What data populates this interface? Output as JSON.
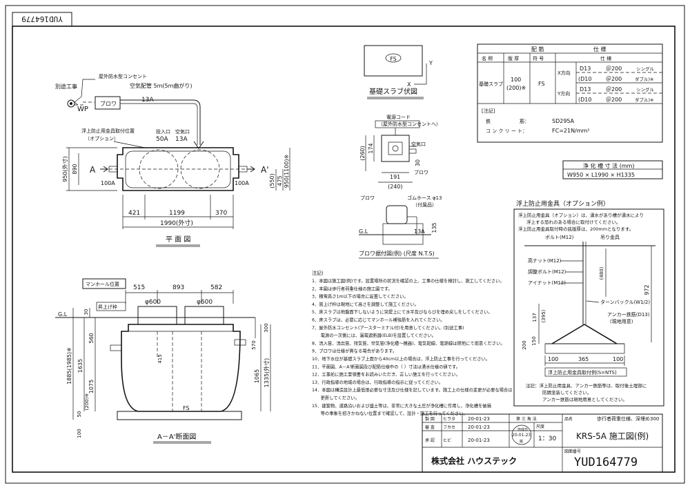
{
  "drawing_code_vertical": "YUD164779",
  "plan": {
    "label_betsu": "別途工事",
    "label_wp": "WP",
    "label_outlet": "屋外防水型コンセント",
    "label_air_pipe": "空気配管 5m(5m曲がり)",
    "label_13a_top": "13A",
    "label_blower": "ブロワ",
    "label_float": "浮上防止用金具取付位置",
    "label_float2": "（オプション）",
    "label_inlet_head": "投入口",
    "label_air_head": "空気口",
    "label_50a": "50A",
    "label_13a_right": "13A",
    "label_a": "A",
    "label_a_prime": "A'",
    "label_100a_left": "100A",
    "label_100a_right": "100A",
    "dim_890": "890",
    "dim_950_outer": "950(外寸)",
    "dim_550": "(550)",
    "dim_475": "475",
    "dim_950_1100": "950(1100)※",
    "dim_421": "421",
    "dim_1199": "1199",
    "dim_370": "370",
    "dim_1990": "1990(外寸)",
    "title": "平 面 図"
  },
  "slab": {
    "label_fs": "FS",
    "label_x": "X",
    "label_y": "Y",
    "title": "基礎スラブ伏図"
  },
  "blower": {
    "label_cord": "電源コード",
    "label_cord2": "（屋外防水型コンセントへ）",
    "label_air": "空気口",
    "dim_260": "(260)",
    "dim_174": "174",
    "dim_30": "30",
    "dim_191": "191",
    "dim_240": "(240)",
    "label_blower": "ブロワ",
    "label_blower2": "ブロワ",
    "label_hose": "ゴムホース φ13",
    "label_hose2": "（付属品）",
    "label_gl": "G.L",
    "label_13a": "13A",
    "dim_135": "135",
    "title": "ブロワ据付図(例) (尺度 N.T.S)"
  },
  "spec": {
    "h_haikin": "配 筋",
    "h_shiyou": "仕 様",
    "h_name": "名 称",
    "h_thick": "版 厚",
    "h_symbol": "符 号",
    "h_spec": "仕 様",
    "name": "基礎スラブ",
    "thick": "100",
    "thick2": "(200)※",
    "symbol": "FS",
    "x_dir": "X方向",
    "y_dir": "Y方向",
    "r1a": "D13",
    "r1b": "＠200",
    "r1c": "シングル",
    "r2a": "(D10",
    "r2b": "＠200",
    "r2c": "ダブル)※",
    "r3a": "D13",
    "r3b": "＠200",
    "r3c": "シングル",
    "r4a": "(D10",
    "r4b": "＠200",
    "r4c": "ダブル)※",
    "note_h": "[注記]",
    "note1_k": "鉄　　　　　　筋：",
    "note1_v": "SD295A",
    "note2_k": "コ ン ク リ ー ト：",
    "note2_v": "FC=21N/mm²"
  },
  "size": {
    "title": "浄 化 槽 寸 法 (mm)",
    "value": "W950 × L1990 × H1335"
  },
  "float_fitting": {
    "title": "浮上防止用金具（オプション例）",
    "n1": "浮上防止用金具（オプション）は、湧水があり槽が湧水により",
    "n2": "浮上する恐れのある場合に取付けてください。",
    "n3": "浮上防止用金具取付時の底版厚は、200mmとなります。",
    "bolt": "ボルト(M12)",
    "hanger": "吊り金具",
    "nut_high": "高ナット(M12)",
    "adj_bolt": "調整ボルト(M12)",
    "eye_nut": "アイナット(M12)",
    "turnbuckle": "ターンバックル(W1/2)",
    "anchor": "アンカー鉄筋(D13)",
    "anchor2": "(現地用意)",
    "dim_480": "(480)",
    "dim_972": "972",
    "dim_137": "137",
    "dim_395": "(395)",
    "dim_200": "200",
    "dim_150": "150",
    "dim_100a": "100",
    "dim_365": "365",
    "dim_100b": "100",
    "subtitle": "浮上防止用金具取付例(S=NTS)",
    "c1": "注記：浮上防止用金具、アンカー鉄筋等は、取付後土埋部に",
    "c2": "防錆塗装してください。",
    "c3": "アンカー鉄筋は現地用意としてください。"
  },
  "section": {
    "manhole": "マンホール位置",
    "ladder": "昇上げ枠",
    "gl": "G.L",
    "dim_515": "515",
    "dim_893": "893",
    "dim_582": "582",
    "phi1": "φ600",
    "phi2": "φ600",
    "dim_30": "30",
    "dim_560": "560",
    "dim_1635": "1635",
    "dim_1885": "1885(1985)※",
    "dim_1075": "1075",
    "dim_200": "(200)※",
    "dim_50": "50",
    "dim_100": "100",
    "dim_415": "415",
    "dim_300": "300",
    "dim_570": "570",
    "dim_1335": "1335(外寸)",
    "dim_1065": "1065",
    "label_fs": "FS",
    "title": "A－A'断面図"
  },
  "notes": {
    "head": "注記)",
    "lines": [
      "1．本図は施工図(例)です。設置場所の状況を確認の上、工事の仕様を検討し、施工してください。",
      "2．本図は歩行者荷重仕様の施工図です。",
      "3．積雪高さ1m以下の場合に設置してください。",
      "4．嵩上げ枠は現地にて高さを調整して施工ください。",
      "5．床スラブは地盤面下しないように突堤上にて水平及びならびを埋め戻しをしてください。",
      "6．床スラブは、必要に応じてマンホール補強筋を入れてください。",
      "7．屋外防水コンセント(アースターミナル付)を用意してください。(別途工事)",
      "　　電源の一次側には、漏電遮断器(ELB)を設置してください。",
      "8．流入管、流出管、排気管、空気管(浄化槽～機器)、電気配線、電源線は現地にて用意ください。",
      "9．ブロワは仕様が異なる場合があります。",
      "10．地下水位が基礎スラブ上面から40cm以上の場合は、浮上防止工事を行ってください。",
      "11．平面図、A－A'断面図及び配筋仕様中の（ ）寸法は湧水仕様の値です。",
      "12．工事前に施工要領書をお読みいただき、正しい施工を行ってください。",
      "13．行政指導の地域の場合は、行政指導の指示に従ってください。",
      "14．本図は構造設計上最低限必要な寸法及び仕様を記しています。施工上の仕様の変更が必要な場合は",
      "　　更新してください。",
      "15．建築物、道路沿いおよび盛土等は、非常に大きな土圧が浄化槽に作用し、浄化槽を破損",
      "　　等の事象を招きかねない位置まで確認して、設計・施工を行ってください。"
    ]
  },
  "title_block": {
    "seizu": "製 図",
    "seizu_name": "ヒラタ",
    "seizu_date": "20-01-23",
    "kensa": "審 査",
    "kensa_name": "フカセ",
    "kensa_date": "20-01-23",
    "shonin": "承 認",
    "shonin_name": "ヒビ",
    "shonin_date": "20-01-23",
    "angle": "第 三 角 法",
    "prep": "作成日",
    "prep_date": "20-01-23",
    "mark": "版",
    "scale_label": "尺度",
    "scale": "1：30",
    "name_label": "品名",
    "name_spec": "歩行者荷重仕様、深埋め300",
    "name": "KRS-5A 施工図(例)",
    "drawing_label": "図面番号",
    "company": "株式会社 ハウステック",
    "drawing_no": "YUD164779"
  }
}
